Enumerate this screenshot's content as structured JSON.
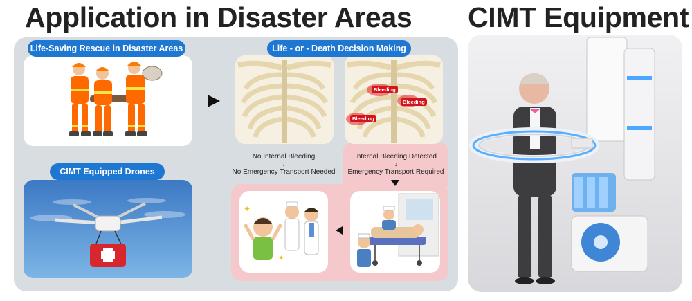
{
  "titles": {
    "left": "Application in Disaster Areas",
    "right": "CIMT Equipment"
  },
  "labels": {
    "rescue": "Life-Saving Rescue in Disaster Areas",
    "decision": "Life - or - Death Decision Making",
    "drones": "CIMT Equipped Drones",
    "bleeding_tag": "Bleeding"
  },
  "captions": {
    "no_bleeding": "No Internal Bleeding",
    "no_transport": "No Emergency Transport Needed",
    "bleeding": "Internal Bleeding Detected",
    "transport": "Emergency Transport Required",
    "down_arrow": "↓"
  },
  "colors": {
    "accent_blue": "#1e78d2",
    "panel_gray": "#d8dde1",
    "pink_zone": "#f5c9cc",
    "bleeding_red": "#e3262c"
  }
}
